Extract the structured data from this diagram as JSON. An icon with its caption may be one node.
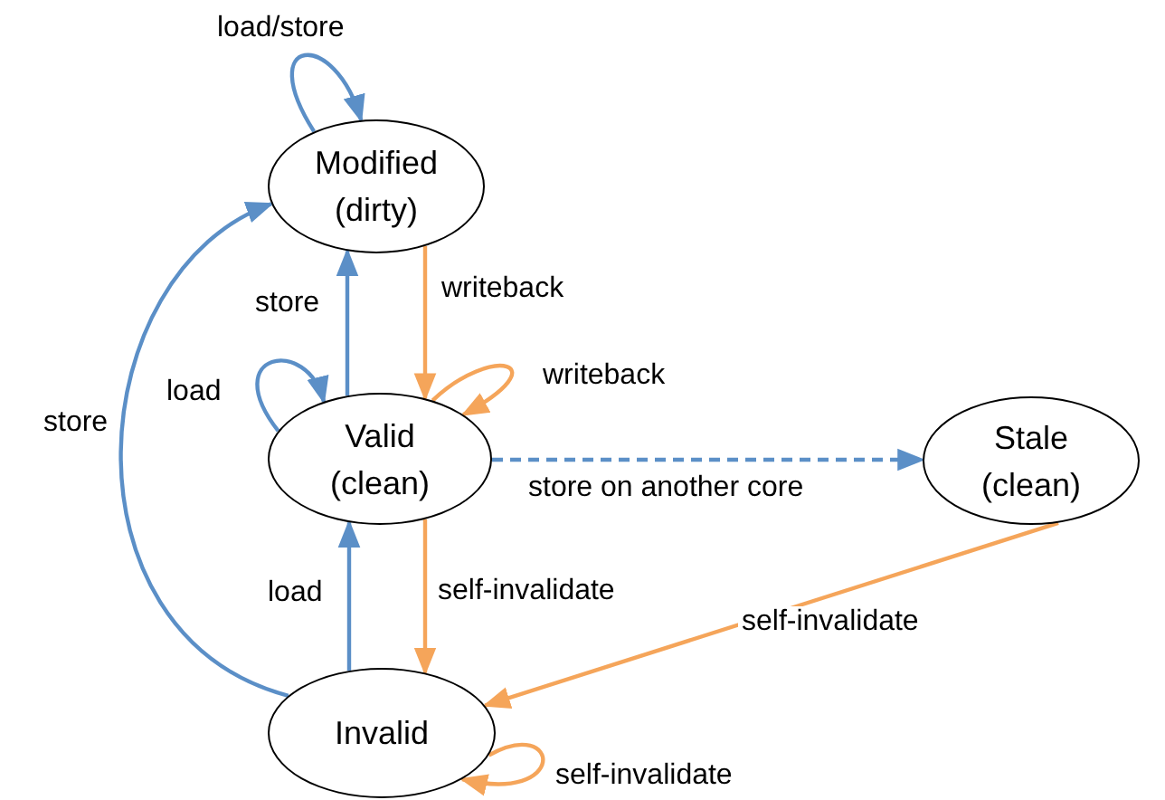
{
  "diagram": {
    "nodes": [
      {
        "text": [
          "Modified (dirty)"
        ]
      },
      {
        "text": [
          "Valid (clean)"
        ]
      },
      {
        "text": [
          "Stale (clean)"
        ]
      },
      {
        "text": [
          "Invalid"
        ]
      }
    ],
    "edges": [
      {
        "from": 0,
        "to": 0,
        "arrow": "to",
        "label": "load/store"
      },
      {
        "from": 1,
        "to": 0,
        "arrow": "to",
        "label": "store"
      },
      {
        "from": 0,
        "to": 1,
        "arrow": "to",
        "label": "writeback",
        "color": "#f5a55a"
      },
      {
        "from": 1,
        "to": 1,
        "arrow": "to",
        "label": "load"
      },
      {
        "from": 1,
        "to": 1,
        "arrow": "to",
        "label": "writeback",
        "color": "#f5a55a"
      },
      {
        "from": 1,
        "to": 2,
        "arrow": "to",
        "label": "store on another core",
        "style": "dashed"
      },
      {
        "from": 3,
        "to": 1,
        "arrow": "to",
        "label": "load"
      },
      {
        "from": 1,
        "to": 3,
        "arrow": "to",
        "label": "self-invalidate",
        "color": "#f5a55a"
      },
      {
        "from": 2,
        "to": 3,
        "arrow": "to",
        "label": "self-invalidate",
        "color": "#f5a55a"
      },
      {
        "from": 3,
        "to": 0,
        "arrow": "to",
        "label": "store"
      },
      {
        "from": 3,
        "to": 3,
        "arrow": "to",
        "label": "self-invalidate",
        "color": "#f5a55a"
      }
    ]
  }
}
